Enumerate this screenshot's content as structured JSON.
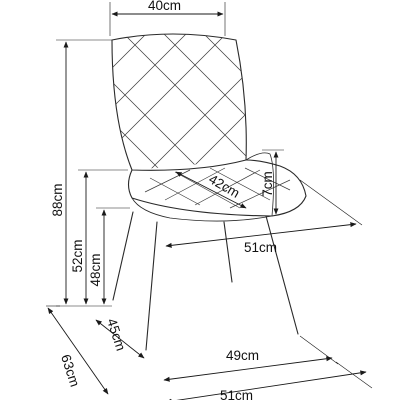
{
  "dimensions": {
    "backrest_width": "40cm",
    "total_height": "88cm",
    "seat_height": "52cm",
    "seat_top_height": "48cm",
    "armrest_height": "7cm",
    "seat_depth": "42cm",
    "seat_width": "51cm",
    "leg_base_depth": "45cm",
    "leg_base_width": "49cm",
    "total_depth": "63cm",
    "total_width": "51cm"
  }
}
